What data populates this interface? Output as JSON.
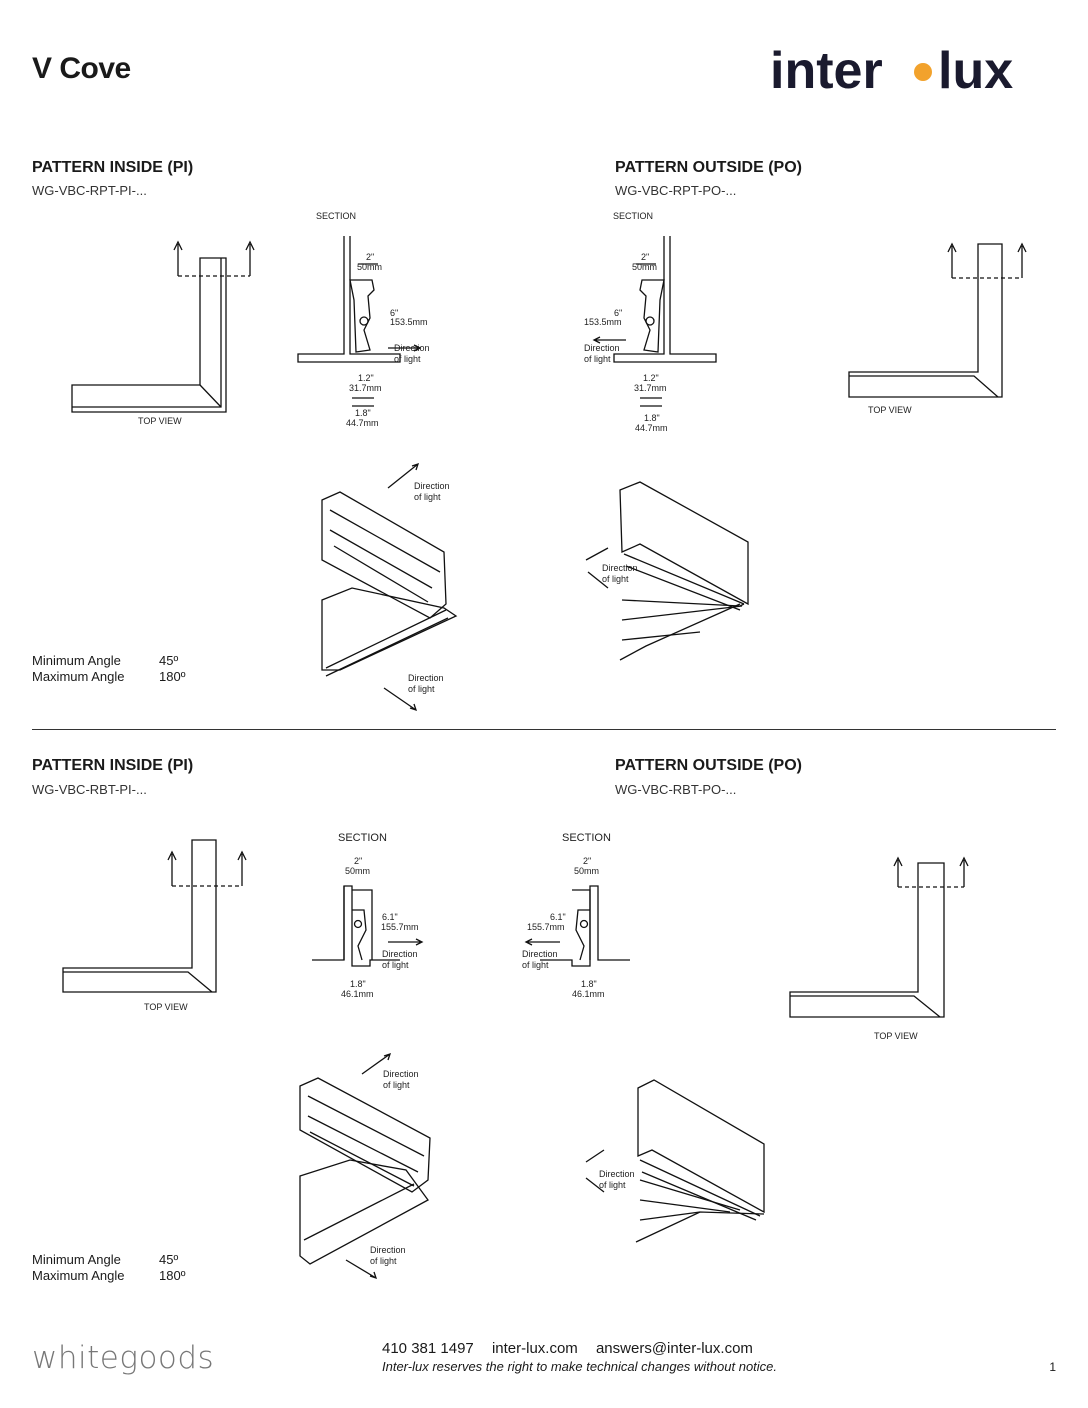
{
  "page": {
    "title": "V Cove",
    "logo": {
      "left": "inter",
      "right": "lux",
      "dot_color": "#F2A22C",
      "text_color": "#1a1a2e"
    }
  },
  "sections": [
    {
      "inside": {
        "heading": "PATTERN INSIDE (PI)",
        "code": "WG-VBC-RPT-PI-..."
      },
      "outside": {
        "heading": "PATTERN OUTSIDE (PO)",
        "code": "WG-VBC-RPT-PO-..."
      },
      "angles": {
        "min_label": "Minimum Angle",
        "min_value": "45º",
        "max_label": "Maximum Angle",
        "max_value": "180º"
      }
    },
    {
      "inside": {
        "heading": "PATTERN INSIDE (PI)",
        "code": "WG-VBC-RBT-PI-..."
      },
      "outside": {
        "heading": "PATTERN OUTSIDE (PO)",
        "code": "WG-VBC-RBT-PO-..."
      },
      "angles": {
        "min_label": "Minimum Angle",
        "min_value": "45º",
        "max_label": "Maximum Angle",
        "max_value": "180º"
      }
    }
  ],
  "drawing_labels": {
    "section": "SECTION",
    "top_view": "TOP VIEW",
    "direction": "Direction",
    "of_light": "of light",
    "width_in": "2\"",
    "width_mm": "50mm",
    "height_rpt_in": "6\"",
    "height_rpt_mm": "153.5mm",
    "height_rbt_in": "6.1\"",
    "height_rbt_mm": "155.7mm",
    "depth_rpt_in": "1.2\"",
    "depth_rpt_mm": "31.7mm",
    "base_rpt_in": "1.8\"",
    "base_rpt_mm": "44.7mm",
    "base_rbt_in": "1.8\"",
    "base_rbt_mm": "46.1mm"
  },
  "footer": {
    "brand": "whitegoods",
    "phone": "410 381 1497",
    "website": "inter-lux.com",
    "email": "answers@inter-lux.com",
    "note": "Inter-lux reserves the right to make technical changes without notice.",
    "page_number": "1"
  }
}
